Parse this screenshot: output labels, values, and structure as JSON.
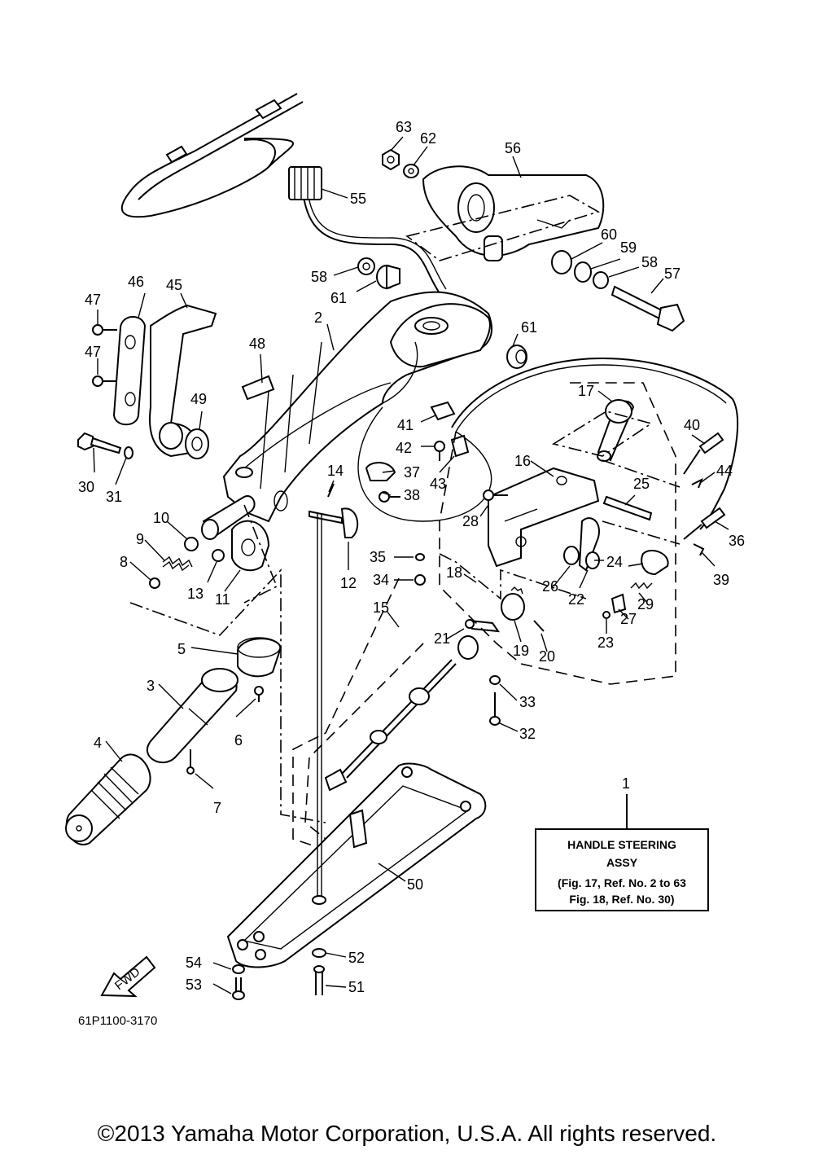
{
  "diagram": {
    "part_labels": [
      "1",
      "2",
      "3",
      "4",
      "5",
      "6",
      "7",
      "8",
      "9",
      "10",
      "11",
      "12",
      "13",
      "14",
      "15",
      "16",
      "17",
      "18",
      "19",
      "20",
      "21",
      "22",
      "23",
      "24",
      "25",
      "26",
      "27",
      "28",
      "29",
      "30",
      "31",
      "32",
      "33",
      "34",
      "35",
      "36",
      "37",
      "38",
      "39",
      "40",
      "41",
      "42",
      "43",
      "44",
      "45",
      "46",
      "47",
      "47",
      "48",
      "49",
      "50",
      "51",
      "52",
      "53",
      "54",
      "55",
      "56",
      "57",
      "58",
      "58",
      "59",
      "60",
      "61",
      "61",
      "62",
      "63"
    ],
    "assy_box": {
      "line1": "HANDLE STEERING",
      "line2": "ASSY",
      "line3": "(Fig. 17, Ref. No. 2 to 63",
      "line4": "Fig. 18, Ref. No. 30)"
    },
    "direction_label": "FWD",
    "figure_code": "61P1100-3170"
  },
  "footer": {
    "copyright": "©2013 Yamaha Motor Corporation, U.S.A. All rights reserved."
  }
}
